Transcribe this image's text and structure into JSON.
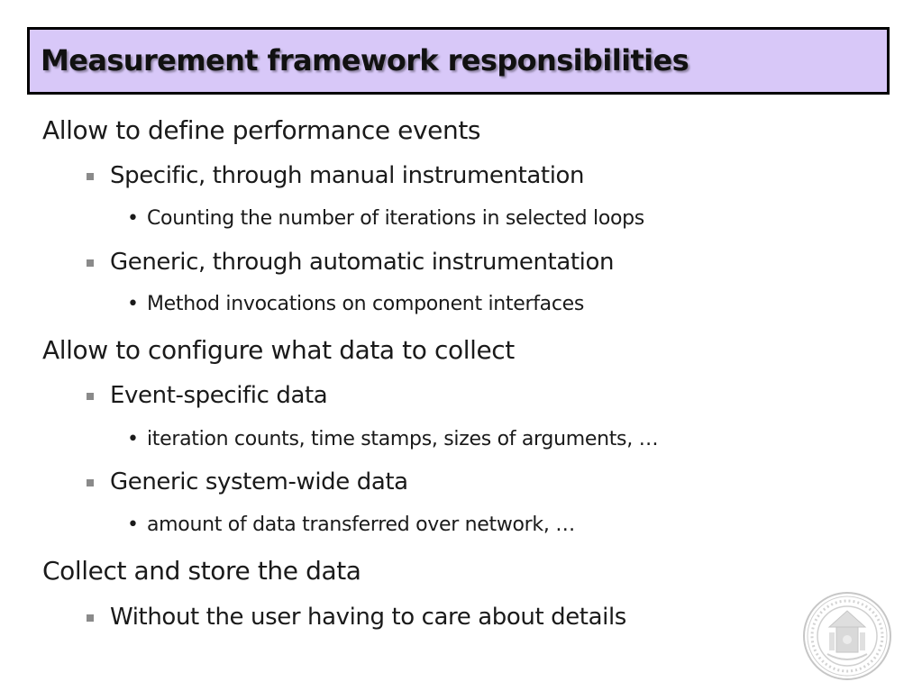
{
  "slide": {
    "title": "Measurement framework responsibilities",
    "items": [
      {
        "level": 1,
        "text": "Allow to define performance events"
      },
      {
        "level": 2,
        "text": "Specific, through manual instrumentation"
      },
      {
        "level": 3,
        "text": "Counting the number of iterations in selected loops"
      },
      {
        "level": 2,
        "text": "Generic, through automatic instrumentation"
      },
      {
        "level": 3,
        "text": "Method invocations on component interfaces"
      },
      {
        "level": 1,
        "text": "Allow to configure what data to collect"
      },
      {
        "level": 2,
        "text": "Event-specific data"
      },
      {
        "level": 3,
        "text": "iteration counts, time stamps, sizes of arguments, …"
      },
      {
        "level": 2,
        "text": "Generic system-wide data"
      },
      {
        "level": 3,
        "text": "amount of data transferred over network, …"
      },
      {
        "level": 1,
        "text": "Collect and store the data"
      },
      {
        "level": 2,
        "text": "Without the user having to care about details"
      }
    ],
    "bullet_level2": "▪",
    "bullet_level3": "•"
  },
  "colors": {
    "title_background": "#d8c8f8",
    "title_border": "#000000",
    "bullet_square": "#8a8a8a"
  },
  "icons": {
    "seal": "university-seal-icon"
  }
}
